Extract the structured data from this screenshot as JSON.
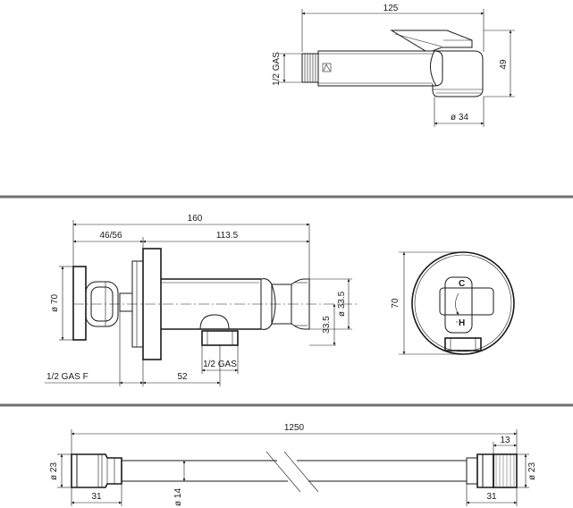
{
  "colors": {
    "line": "#1a1a1a",
    "separator": "#707070",
    "background": "#ffffff"
  },
  "handshower": {
    "length": "125",
    "height": "49",
    "thread": "1/2 GAS",
    "diameter": "ø 34"
  },
  "valve": {
    "overall_length": "160",
    "flange_range": "46/56",
    "body_length": "113.5",
    "flange_diameter": "ø 70",
    "knob_diameter": "ø 33.5",
    "axis_height": "33.5",
    "inlet_thread": "1/2 GAS F",
    "outlet_offset": "52",
    "outlet_thread": "1/2 GAS",
    "plate_diameter": "70",
    "mark_closed": "C",
    "mark_hot": "H"
  },
  "hose": {
    "length": "1250",
    "end_diameter_left": "ø 23",
    "end_length_left": "31",
    "hose_diameter": "ø 14",
    "end_length_right": "31",
    "end_diameter_right": "ø 23",
    "nut_width": "13"
  }
}
